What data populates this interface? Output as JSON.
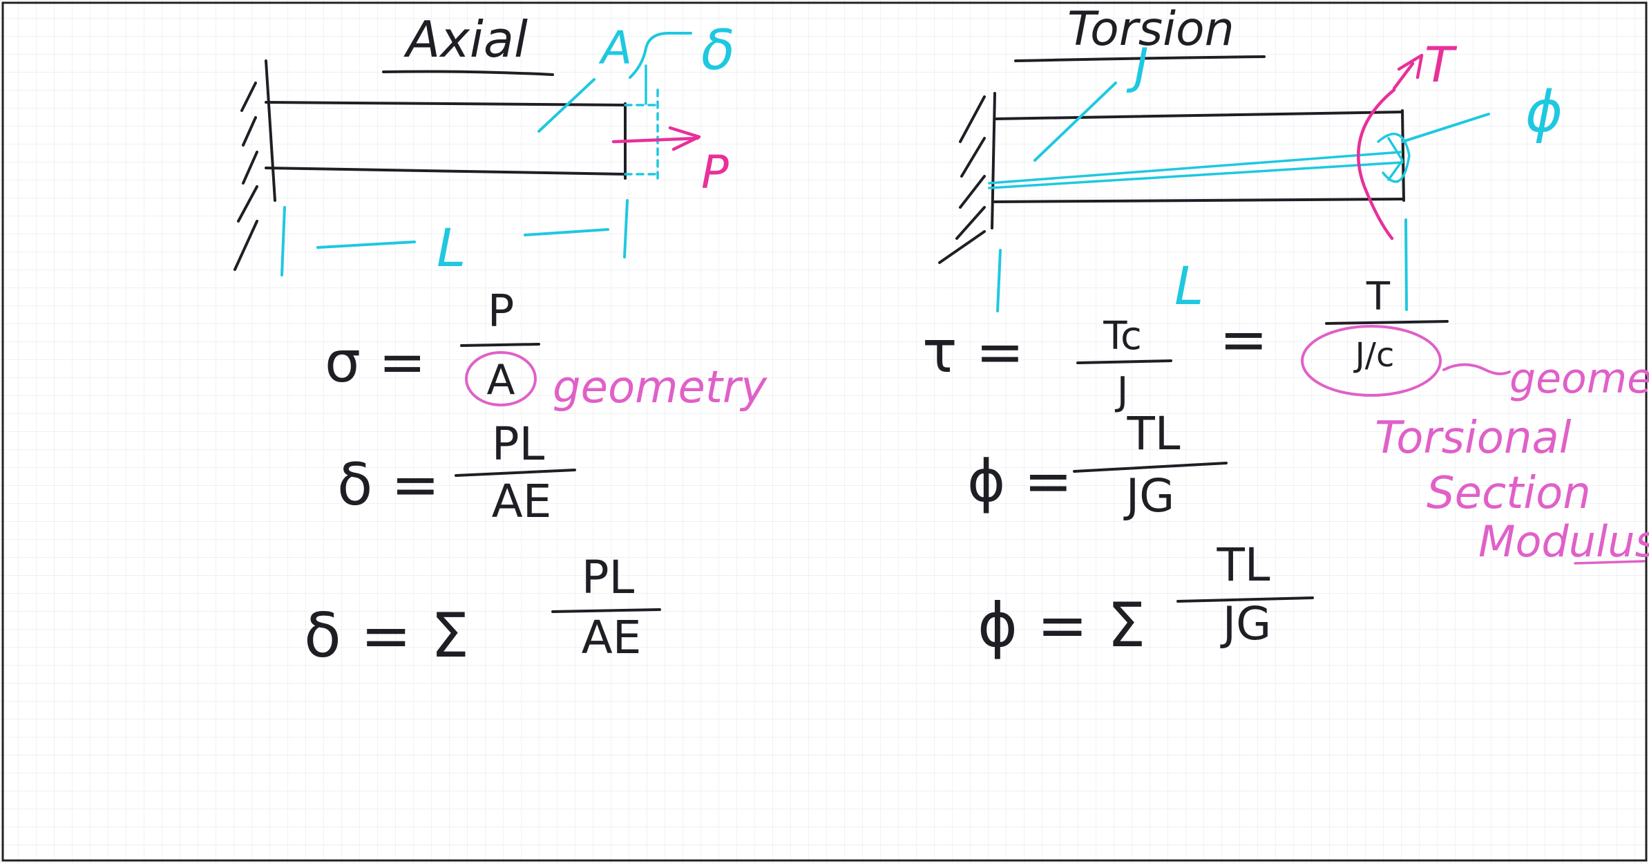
{
  "colors": {
    "ink_black": "#1e1e24",
    "ink_cyan": "#1ec8e0",
    "ink_magenta": "#e8309a",
    "ink_pink": "#e060c8",
    "grid": "#e9ecee",
    "frame": "#222222"
  },
  "axial": {
    "title": "Axial",
    "labels": {
      "area": "A",
      "delta": "δ",
      "length": "L",
      "load": "P"
    },
    "eq1": {
      "lhs": "σ =",
      "num": "P",
      "den": "A"
    },
    "note_geometry": "geometry",
    "eq2": {
      "lhs": "δ =",
      "num": "PL",
      "den": "AE"
    },
    "eq3": {
      "lhs": "δ = Σ",
      "num": "PL",
      "den": "AE"
    }
  },
  "torsion": {
    "title": "Torsion",
    "labels": {
      "polar": "J",
      "torque": "T",
      "angle": "ϕ",
      "length": "L"
    },
    "eq1": {
      "lhs": "τ =",
      "num": "Tc",
      "den": "J",
      "eq": "=",
      "num2": "T",
      "den2": "J/c"
    },
    "note_geometry": "geome",
    "note_modulus": [
      "Torsional",
      "Section",
      "Modulus"
    ],
    "eq2": {
      "lhs": "ϕ =",
      "num": "TL",
      "den": "JG"
    },
    "eq3": {
      "lhs": "ϕ = Σ",
      "num": "TL",
      "den": "JG"
    }
  }
}
